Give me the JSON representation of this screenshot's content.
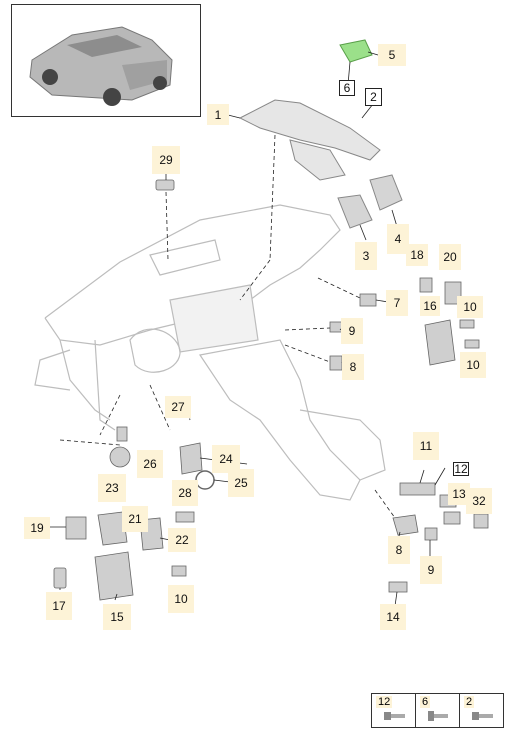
{
  "diagram": {
    "labels": {
      "l1": "1",
      "l2": "2",
      "l3": "3",
      "l4": "4",
      "l5": "5",
      "l6": "6",
      "l7": "7",
      "l8a": "8",
      "l8b": "8",
      "l9a": "9",
      "l9b": "9",
      "l10a": "10",
      "l10b": "10",
      "l10c": "10",
      "l11": "11",
      "l12": "12",
      "l13": "13",
      "l14": "14",
      "l15": "15",
      "l16": "16",
      "l17": "17",
      "l18": "18",
      "l19": "19",
      "l20": "20",
      "l21": "21",
      "l22": "22",
      "l23": "23",
      "l24": "24",
      "l25": "25",
      "l26": "26",
      "l27": "27",
      "l28": "28",
      "l29": "29",
      "l32": "32"
    },
    "legend": {
      "a": "12",
      "b": "6",
      "c": "2"
    },
    "colors": {
      "highlight_part": "#9be08a",
      "label_bg": "#fdf3d7",
      "line": "#222222"
    }
  }
}
